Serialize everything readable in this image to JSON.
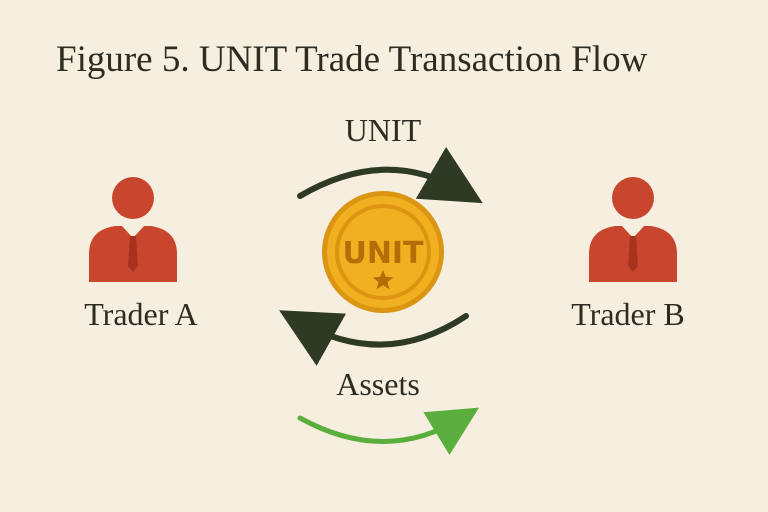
{
  "title": "Figure 5. UNIT Trade Transaction Flow",
  "flow": {
    "top_label": "UNIT",
    "bottom_label": "Assets"
  },
  "participants": {
    "left": {
      "name": "Trader A",
      "icon": "person-icon"
    },
    "right": {
      "name": "Trader B",
      "icon": "person-icon"
    }
  },
  "coin": {
    "text": "UNIT",
    "icon": "star-icon"
  },
  "colors": {
    "background": "#f6eedf",
    "person": "#c9462e",
    "tie": "#f6eedf",
    "coin_fill": "#f0b020",
    "coin_rim": "#dc9512",
    "coin_text": "#b56d08",
    "dark_arrow": "#2f3a24",
    "green_arrow": "#5aae3c"
  }
}
